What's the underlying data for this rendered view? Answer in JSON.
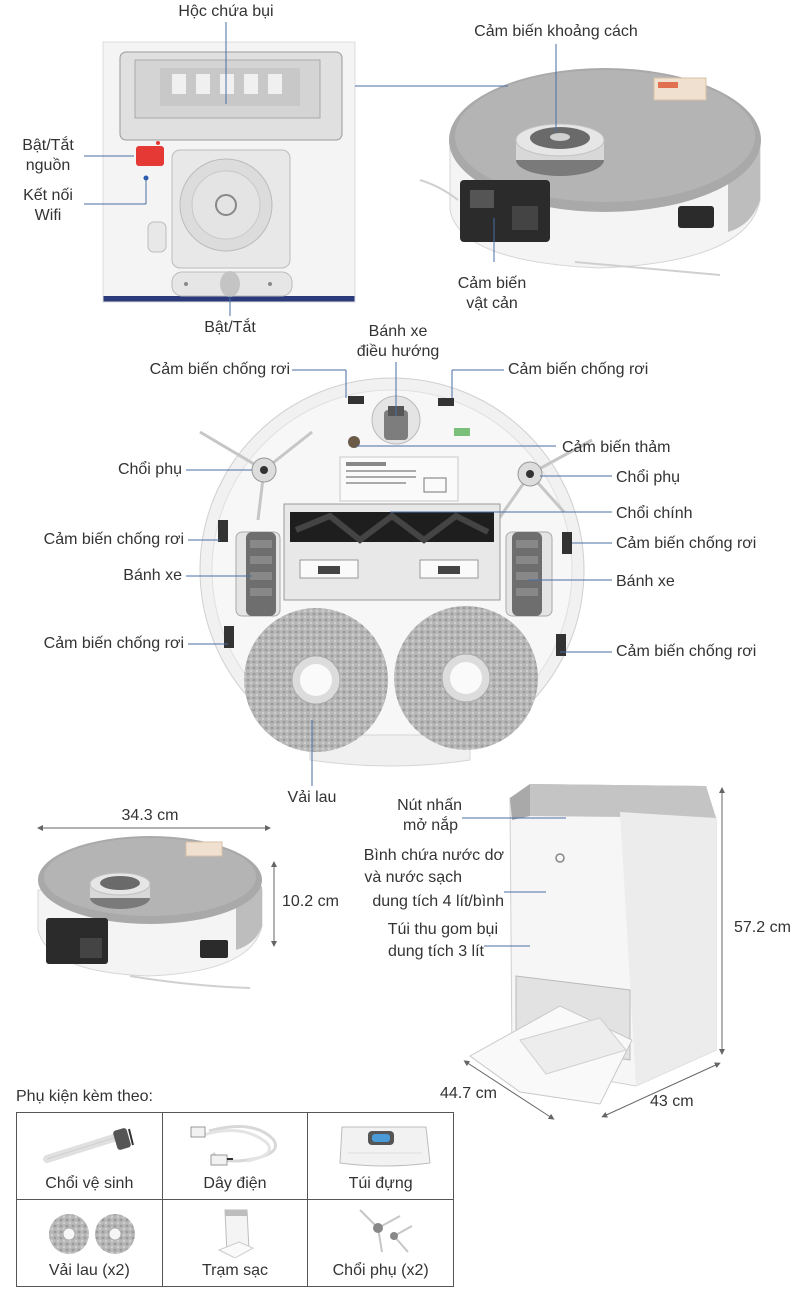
{
  "top_section": {
    "label_dust_box": "Hộc chứa bụi",
    "label_distance_sensor": "Cảm biến khoảng cách",
    "label_power_line1": "Bật/Tắt",
    "label_power_line2": "nguồn",
    "label_wifi_line1": "Kết nối",
    "label_wifi_line2": "Wifi",
    "label_obstacle_line1": "Cảm biến",
    "label_obstacle_line2": "vật cản",
    "label_onoff": "Bật/Tắt"
  },
  "bottom_view": {
    "label_nav_wheel_line1": "Bánh xe",
    "label_nav_wheel_line2": "điều hướng",
    "label_cliff_tl": "Cảm biến chống rơi",
    "label_cliff_tr": "Cảm biến chống rơi",
    "label_carpet": "Cảm biến thảm",
    "label_side_brush_l": "Chổi phụ",
    "label_side_brush_r": "Chổi phụ",
    "label_main_brush": "Chổi chính",
    "label_cliff_ml": "Cảm biến chống rơi",
    "label_cliff_mr": "Cảm biến chống rơi",
    "label_wheel_l": "Bánh xe",
    "label_wheel_r": "Bánh xe",
    "label_cliff_bl": "Cảm biến chống rơi",
    "label_cliff_br": "Cảm biến chống rơi",
    "label_mop": "Vải lau"
  },
  "dimensions": {
    "robot_width": "34.3 cm",
    "robot_height": "10.2 cm",
    "station_height": "57.2 cm",
    "station_depth": "44.7 cm",
    "station_width": "43 cm"
  },
  "station": {
    "label_button_line1": "Nút nhấn",
    "label_button_line2": "mở nắp",
    "label_tank_line1": "Bình chứa nước dơ",
    "label_tank_line2": "và nước sạch",
    "label_tank_line3": "dung tích 4 lít/bình",
    "label_bag_line1": "Túi thu gom bụi",
    "label_bag_line2": "dung tích 3 lít"
  },
  "accessories": {
    "title": "Phụ kiện kèm theo:",
    "items": [
      {
        "label": "Chổi vệ sinh",
        "icon": "cleaning-brush-icon"
      },
      {
        "label": "Dây điện",
        "icon": "power-cord-icon"
      },
      {
        "label": "Túi đựng",
        "icon": "dust-bag-icon"
      },
      {
        "label": "Vải lau (x2)",
        "icon": "mop-pads-icon"
      },
      {
        "label": "Trạm sạc",
        "icon": "charging-station-icon"
      },
      {
        "label": "Chổi phụ (x2)",
        "icon": "side-brush-icon"
      }
    ]
  },
  "colors": {
    "robot_top": "#a9a9a9",
    "robot_body": "#f2f2f2",
    "power_button": "#e53935",
    "leader_line": "#4a6fa5",
    "mop": "#b3b3b3"
  }
}
